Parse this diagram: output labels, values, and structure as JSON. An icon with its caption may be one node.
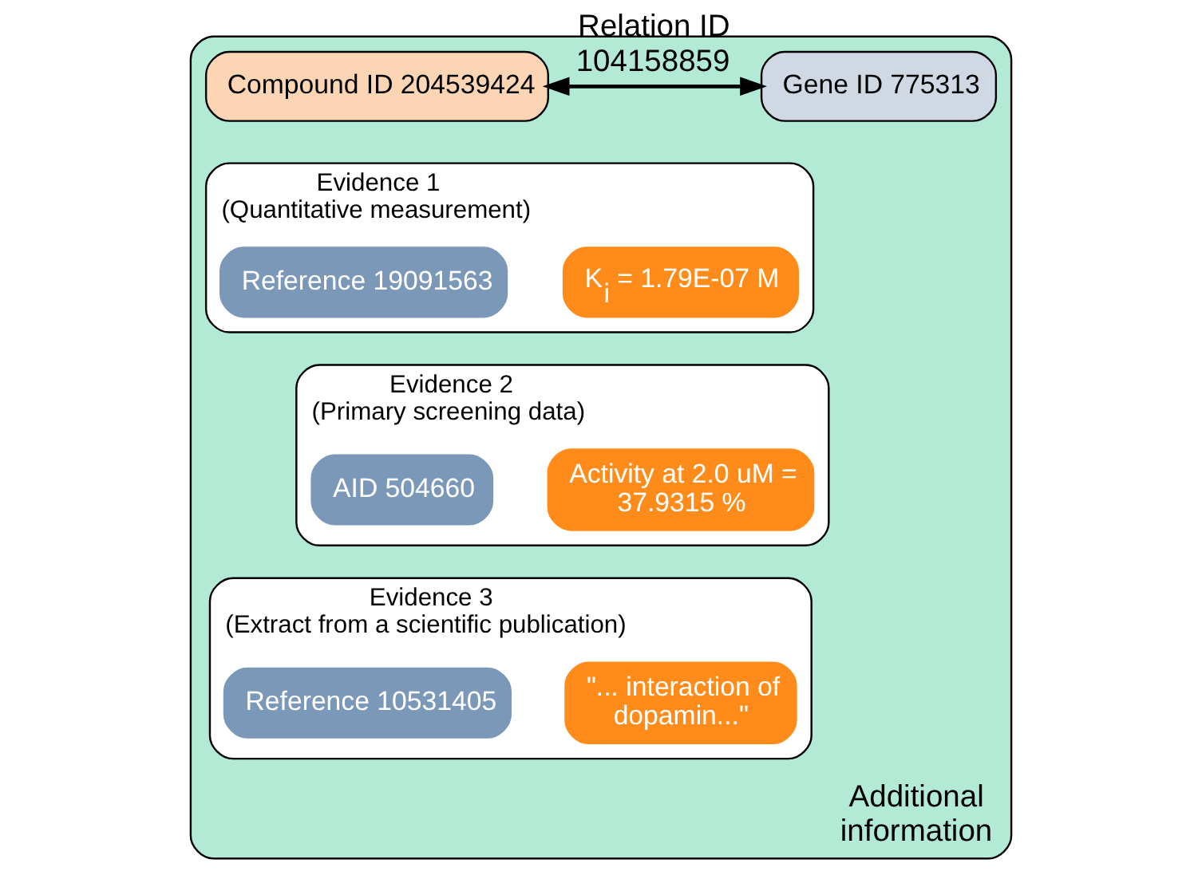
{
  "diagram": {
    "nodes": [
      {
        "text": [
          "Additional information"
        ]
      },
      {
        "text": [
          "Compound ID 204539424"
        ],
        "in": 0
      },
      {
        "text": [
          "Gene ID 775313"
        ],
        "in": 0
      },
      {
        "text": [
          "Evidence 1",
          "(Quantitative measurement)"
        ],
        "in": 0
      },
      {
        "text": [
          "K$_{i}$ = 1.79E-07 M"
        ],
        "in": 3
      },
      {
        "text": [
          "Reference 19091563"
        ],
        "in": 3
      },
      {
        "text": [
          "Evidence 2",
          "(Primary screening data)"
        ],
        "in": 0
      },
      {
        "text": [
          "Activity at 2.0 uM = 37.9315 %"
        ],
        "in": 6
      },
      {
        "text": [
          "AID 504660"
        ],
        "in": 6
      },
      {
        "text": [
          "Evidence 3",
          "(Extract from a scientific publication)"
        ],
        "in": 0
      },
      {
        "text": [
          "\"... interaction of dopamin...\""
        ],
        "in": 9
      },
      {
        "text": [
          "Reference 10531405"
        ],
        "in": 9
      }
    ],
    "edges": [
      {
        "from": 1,
        "to": 2,
        "arrow": "both",
        "label": "Relation ID 104158859"
      }
    ]
  }
}
